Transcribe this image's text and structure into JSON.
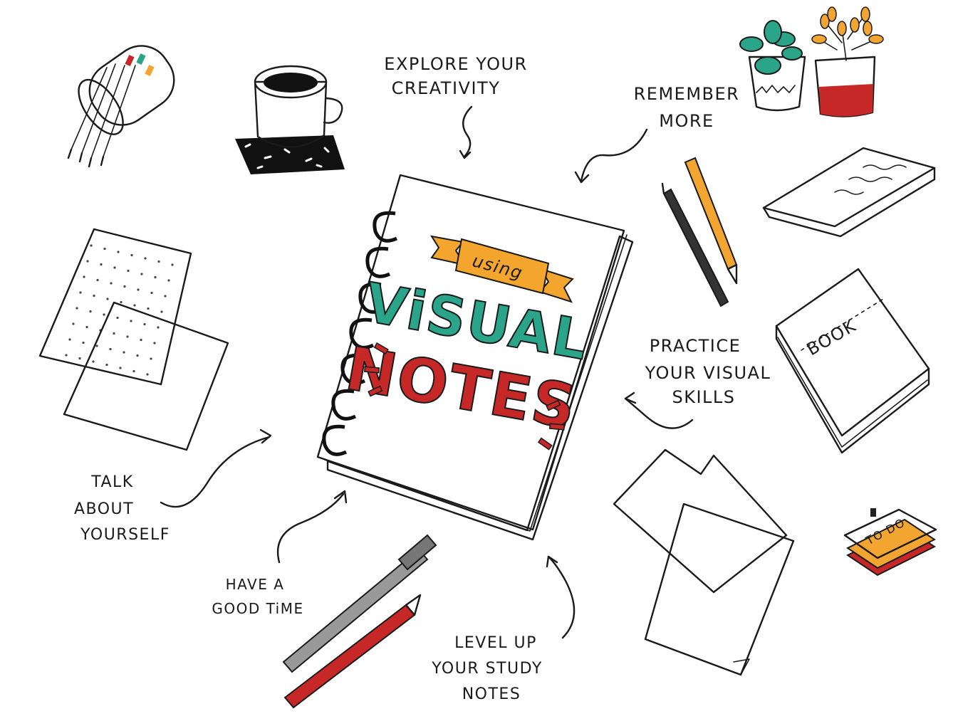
{
  "notebook": {
    "banner_text": "using",
    "title_line1": "ViSUAL",
    "title_line2": "NOTES"
  },
  "annotations": {
    "explore": [
      "EXPLORE YOUR",
      "CREATIVITY"
    ],
    "remember": [
      "REMEMBER",
      "MORE"
    ],
    "practice": [
      "PRACTICE",
      "YOUR VISUAL",
      "SKILLS"
    ],
    "talk": [
      "TALK",
      "ABOUT",
      "YOURSELF"
    ],
    "good_time": [
      "HAVE A",
      "GOOD TiME"
    ],
    "level_up": [
      "LEVEL UP",
      "YOUR STUDY",
      "NOTES"
    ]
  },
  "objects": {
    "book_label": "BOOK",
    "sticky_label": "TO DO"
  },
  "colors": {
    "ink": "#1a1a1a",
    "teal": "#2aa58a",
    "red": "#c62828",
    "orange": "#f2a531",
    "banner": "#f3a52e"
  },
  "icons": [
    "pencil-cup-icon",
    "coffee-mug-icon",
    "plant-pot-icon",
    "pen-icon",
    "pencil-icon",
    "folded-note-icon",
    "dot-grid-paper-icon",
    "blank-paper-icon",
    "book-icon",
    "paper-sheets-icon",
    "sticky-notes-icon",
    "gel-pen-icon",
    "red-pencil-icon"
  ]
}
